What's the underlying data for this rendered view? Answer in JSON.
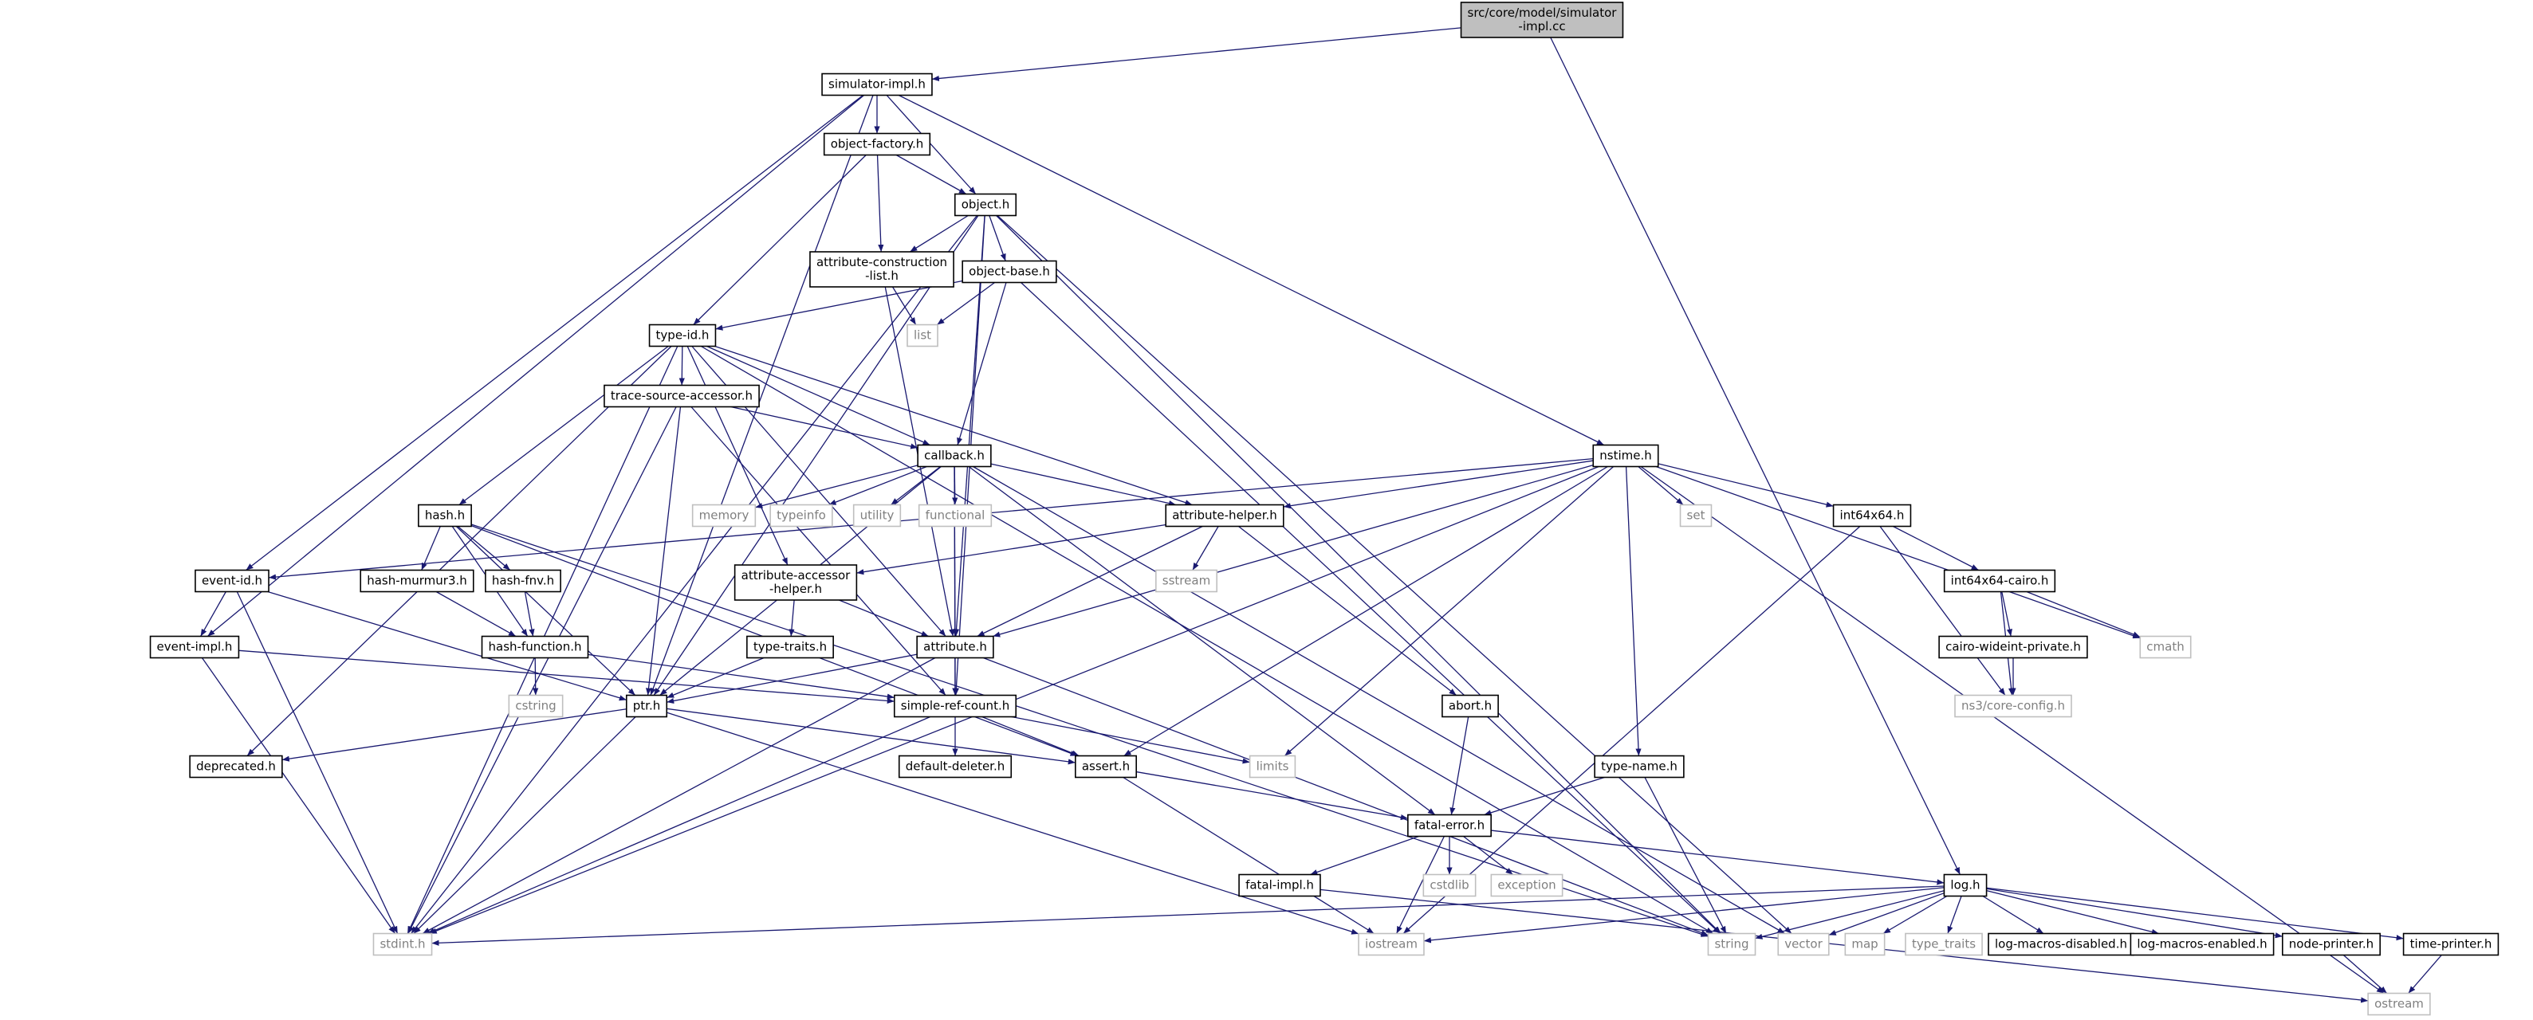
{
  "colors": {
    "edge": "#191970",
    "node_border": "#000000",
    "system_border": "#bfbfbf",
    "root_fill": "#bfbfbf",
    "node_fill": "#ffffff",
    "node_text": "#000000",
    "system_text": "#808080"
  },
  "nodes": [
    {
      "id": "root",
      "kind": "root",
      "lines": [
        "src/core/model/simulator",
        "-impl.cc"
      ]
    },
    {
      "id": "simulator_impl_h",
      "kind": "doc",
      "lines": [
        "simulator-impl.h"
      ]
    },
    {
      "id": "object_factory_h",
      "kind": "doc",
      "lines": [
        "object-factory.h"
      ]
    },
    {
      "id": "object_h",
      "kind": "doc",
      "lines": [
        "object.h"
      ]
    },
    {
      "id": "attribute_construction_list_h",
      "kind": "doc",
      "lines": [
        "attribute-construction",
        "-list.h"
      ]
    },
    {
      "id": "object_base_h",
      "kind": "doc",
      "lines": [
        "object-base.h"
      ]
    },
    {
      "id": "list",
      "kind": "sys",
      "lines": [
        "list"
      ]
    },
    {
      "id": "type_id_h",
      "kind": "doc",
      "lines": [
        "type-id.h"
      ]
    },
    {
      "id": "trace_source_accessor_h",
      "kind": "doc",
      "lines": [
        "trace-source-accessor.h"
      ]
    },
    {
      "id": "callback_h",
      "kind": "doc",
      "lines": [
        "callback.h"
      ]
    },
    {
      "id": "nstime_h",
      "kind": "doc",
      "lines": [
        "nstime.h"
      ]
    },
    {
      "id": "hash_h",
      "kind": "doc",
      "lines": [
        "hash.h"
      ]
    },
    {
      "id": "memory",
      "kind": "sys",
      "lines": [
        "memory"
      ]
    },
    {
      "id": "typeinfo",
      "kind": "sys",
      "lines": [
        "typeinfo"
      ]
    },
    {
      "id": "utility",
      "kind": "sys",
      "lines": [
        "utility"
      ]
    },
    {
      "id": "functional",
      "kind": "sys",
      "lines": [
        "functional"
      ]
    },
    {
      "id": "attribute_helper_h",
      "kind": "doc",
      "lines": [
        "attribute-helper.h"
      ]
    },
    {
      "id": "set",
      "kind": "sys",
      "lines": [
        "set"
      ]
    },
    {
      "id": "int64x64_h",
      "kind": "doc",
      "lines": [
        "int64x64.h"
      ]
    },
    {
      "id": "event_id_h",
      "kind": "doc",
      "lines": [
        "event-id.h"
      ]
    },
    {
      "id": "hash_murmur3_h",
      "kind": "doc",
      "lines": [
        "hash-murmur3.h"
      ]
    },
    {
      "id": "hash_fnv_h",
      "kind": "doc",
      "lines": [
        "hash-fnv.h"
      ]
    },
    {
      "id": "attribute_accessor_helper_h",
      "kind": "doc",
      "lines": [
        "attribute-accessor",
        "-helper.h"
      ]
    },
    {
      "id": "sstream",
      "kind": "sys",
      "lines": [
        "sstream"
      ]
    },
    {
      "id": "int64x64_cairo_h",
      "kind": "doc",
      "lines": [
        "int64x64-cairo.h"
      ]
    },
    {
      "id": "event_impl_h",
      "kind": "doc",
      "lines": [
        "event-impl.h"
      ]
    },
    {
      "id": "hash_function_h",
      "kind": "doc",
      "lines": [
        "hash-function.h"
      ]
    },
    {
      "id": "type_traits_h",
      "kind": "doc",
      "lines": [
        "type-traits.h"
      ]
    },
    {
      "id": "attribute_h",
      "kind": "doc",
      "lines": [
        "attribute.h"
      ]
    },
    {
      "id": "cairo_wideint_private_h",
      "kind": "doc",
      "lines": [
        "cairo-wideint-private.h"
      ]
    },
    {
      "id": "cmath",
      "kind": "sys",
      "lines": [
        "cmath"
      ]
    },
    {
      "id": "cstring",
      "kind": "sys",
      "lines": [
        "cstring"
      ]
    },
    {
      "id": "ptr_h",
      "kind": "doc",
      "lines": [
        "ptr.h"
      ]
    },
    {
      "id": "simple_ref_count_h",
      "kind": "doc",
      "lines": [
        "simple-ref-count.h"
      ]
    },
    {
      "id": "abort_h",
      "kind": "doc",
      "lines": [
        "abort.h"
      ]
    },
    {
      "id": "ns3_core_config_h",
      "kind": "sys",
      "lines": [
        "ns3/core-config.h"
      ]
    },
    {
      "id": "deprecated_h",
      "kind": "doc",
      "lines": [
        "deprecated.h"
      ]
    },
    {
      "id": "default_deleter_h",
      "kind": "doc",
      "lines": [
        "default-deleter.h"
      ]
    },
    {
      "id": "assert_h",
      "kind": "doc",
      "lines": [
        "assert.h"
      ]
    },
    {
      "id": "limits",
      "kind": "sys",
      "lines": [
        "limits"
      ]
    },
    {
      "id": "type_name_h",
      "kind": "doc",
      "lines": [
        "type-name.h"
      ]
    },
    {
      "id": "fatal_error_h",
      "kind": "doc",
      "lines": [
        "fatal-error.h"
      ]
    },
    {
      "id": "fatal_impl_h",
      "kind": "doc",
      "lines": [
        "fatal-impl.h"
      ]
    },
    {
      "id": "cstdlib",
      "kind": "sys",
      "lines": [
        "cstdlib"
      ]
    },
    {
      "id": "exception",
      "kind": "sys",
      "lines": [
        "exception"
      ]
    },
    {
      "id": "log_h",
      "kind": "doc",
      "lines": [
        "log.h"
      ]
    },
    {
      "id": "stdint_h",
      "kind": "sys",
      "lines": [
        "stdint.h"
      ]
    },
    {
      "id": "iostream",
      "kind": "sys",
      "lines": [
        "iostream"
      ]
    },
    {
      "id": "string",
      "kind": "sys",
      "lines": [
        "string"
      ]
    },
    {
      "id": "vector",
      "kind": "sys",
      "lines": [
        "vector"
      ]
    },
    {
      "id": "map",
      "kind": "sys",
      "lines": [
        "map"
      ]
    },
    {
      "id": "type_traits",
      "kind": "sys",
      "lines": [
        "type_traits"
      ]
    },
    {
      "id": "log_macros_disabled_h",
      "kind": "doc",
      "lines": [
        "log-macros-disabled.h"
      ]
    },
    {
      "id": "log_macros_enabled_h",
      "kind": "doc",
      "lines": [
        "log-macros-enabled.h"
      ]
    },
    {
      "id": "node_printer_h",
      "kind": "doc",
      "lines": [
        "node-printer.h"
      ]
    },
    {
      "id": "time_printer_h",
      "kind": "doc",
      "lines": [
        "time-printer.h"
      ]
    },
    {
      "id": "ostream",
      "kind": "sys",
      "lines": [
        "ostream"
      ]
    }
  ],
  "edges": [
    [
      "root",
      "simulator_impl_h"
    ],
    [
      "root",
      "log_h"
    ],
    [
      "simulator_impl_h",
      "object_factory_h"
    ],
    [
      "simulator_impl_h",
      "object_h"
    ],
    [
      "simulator_impl_h",
      "event_id_h"
    ],
    [
      "simulator_impl_h",
      "event_impl_h"
    ],
    [
      "simulator_impl_h",
      "ptr_h"
    ],
    [
      "simulator_impl_h",
      "nstime_h"
    ],
    [
      "object_factory_h",
      "attribute_construction_list_h"
    ],
    [
      "object_factory_h",
      "object_h"
    ],
    [
      "object_factory_h",
      "type_id_h"
    ],
    [
      "object_h",
      "attribute_construction_list_h"
    ],
    [
      "object_h",
      "object_base_h"
    ],
    [
      "object_h",
      "ptr_h"
    ],
    [
      "object_h",
      "attribute_h"
    ],
    [
      "object_h",
      "simple_ref_count_h"
    ],
    [
      "object_h",
      "stdint_h"
    ],
    [
      "object_h",
      "string"
    ],
    [
      "object_h",
      "vector"
    ],
    [
      "attribute_construction_list_h",
      "list"
    ],
    [
      "attribute_construction_list_h",
      "attribute_h"
    ],
    [
      "object_base_h",
      "type_id_h"
    ],
    [
      "object_base_h",
      "callback_h"
    ],
    [
      "object_base_h",
      "list"
    ],
    [
      "object_base_h",
      "string"
    ],
    [
      "type_id_h",
      "trace_source_accessor_h"
    ],
    [
      "type_id_h",
      "callback_h"
    ],
    [
      "type_id_h",
      "hash_h"
    ],
    [
      "type_id_h",
      "attribute_accessor_helper_h"
    ],
    [
      "type_id_h",
      "attribute_helper_h"
    ],
    [
      "type_id_h",
      "attribute_h"
    ],
    [
      "type_id_h",
      "deprecated_h"
    ],
    [
      "type_id_h",
      "stdint_h"
    ],
    [
      "type_id_h",
      "string"
    ],
    [
      "trace_source_accessor_h",
      "callback_h"
    ],
    [
      "trace_source_accessor_h",
      "ptr_h"
    ],
    [
      "trace_source_accessor_h",
      "simple_ref_count_h"
    ],
    [
      "trace_source_accessor_h",
      "stdint_h"
    ],
    [
      "callback_h",
      "memory"
    ],
    [
      "callback_h",
      "typeinfo"
    ],
    [
      "callback_h",
      "utility"
    ],
    [
      "callback_h",
      "functional"
    ],
    [
      "callback_h",
      "attribute_helper_h"
    ],
    [
      "callback_h",
      "attribute_h"
    ],
    [
      "callback_h",
      "ptr_h"
    ],
    [
      "callback_h",
      "simple_ref_count_h"
    ],
    [
      "callback_h",
      "fatal_error_h"
    ],
    [
      "callback_h",
      "vector"
    ],
    [
      "nstime_h",
      "attribute_helper_h"
    ],
    [
      "nstime_h",
      "attribute_h"
    ],
    [
      "nstime_h",
      "event_id_h"
    ],
    [
      "nstime_h",
      "assert_h"
    ],
    [
      "nstime_h",
      "limits"
    ],
    [
      "nstime_h",
      "set"
    ],
    [
      "nstime_h",
      "int64x64_h"
    ],
    [
      "nstime_h",
      "type_name_h"
    ],
    [
      "nstime_h",
      "cmath"
    ],
    [
      "nstime_h",
      "ostream"
    ],
    [
      "nstime_h",
      "stdint_h"
    ],
    [
      "hash_h",
      "hash_murmur3_h"
    ],
    [
      "hash_h",
      "hash_fnv_h"
    ],
    [
      "hash_h",
      "hash_function_h"
    ],
    [
      "hash_h",
      "ptr_h"
    ],
    [
      "hash_h",
      "assert_h"
    ],
    [
      "hash_h",
      "string"
    ],
    [
      "attribute_helper_h",
      "attribute_accessor_helper_h"
    ],
    [
      "attribute_helper_h",
      "sstream"
    ],
    [
      "attribute_helper_h",
      "attribute_h"
    ],
    [
      "attribute_helper_h",
      "abort_h"
    ],
    [
      "int64x64_h",
      "int64x64_cairo_h"
    ],
    [
      "int64x64_h",
      "ns3_core_config_h"
    ],
    [
      "int64x64_h",
      "iostream"
    ],
    [
      "int64x64_cairo_h",
      "cairo_wideint_private_h"
    ],
    [
      "int64x64_cairo_h",
      "cmath"
    ],
    [
      "int64x64_cairo_h",
      "ns3_core_config_h"
    ],
    [
      "cairo_wideint_private_h",
      "ns3_core_config_h"
    ],
    [
      "event_id_h",
      "event_impl_h"
    ],
    [
      "event_id_h",
      "ptr_h"
    ],
    [
      "event_id_h",
      "stdint_h"
    ],
    [
      "event_impl_h",
      "simple_ref_count_h"
    ],
    [
      "event_impl_h",
      "stdint_h"
    ],
    [
      "hash_murmur3_h",
      "hash_function_h"
    ],
    [
      "hash_fnv_h",
      "hash_function_h"
    ],
    [
      "hash_function_h",
      "cstring"
    ],
    [
      "hash_function_h",
      "simple_ref_count_h"
    ],
    [
      "attribute_accessor_helper_h",
      "type_traits_h"
    ],
    [
      "attribute_accessor_helper_h",
      "attribute_h"
    ],
    [
      "type_traits_h",
      "ptr_h"
    ],
    [
      "attribute_h",
      "ptr_h"
    ],
    [
      "attribute_h",
      "simple_ref_count_h"
    ],
    [
      "attribute_h",
      "stdint_h"
    ],
    [
      "attribute_h",
      "string"
    ],
    [
      "ptr_h",
      "deprecated_h"
    ],
    [
      "ptr_h",
      "assert_h"
    ],
    [
      "ptr_h",
      "iostream"
    ],
    [
      "ptr_h",
      "stdint_h"
    ],
    [
      "simple_ref_count_h",
      "default_deleter_h"
    ],
    [
      "simple_ref_count_h",
      "assert_h"
    ],
    [
      "simple_ref_count_h",
      "limits"
    ],
    [
      "simple_ref_count_h",
      "stdint_h"
    ],
    [
      "abort_h",
      "fatal_error_h"
    ],
    [
      "assert_h",
      "fatal_error_h"
    ],
    [
      "assert_h",
      "iostream"
    ],
    [
      "type_name_h",
      "fatal_error_h"
    ],
    [
      "type_name_h",
      "string"
    ],
    [
      "fatal_error_h",
      "fatal_impl_h"
    ],
    [
      "fatal_error_h",
      "cstdlib"
    ],
    [
      "fatal_error_h",
      "exception"
    ],
    [
      "fatal_error_h",
      "log_h"
    ],
    [
      "fatal_error_h",
      "iostream"
    ],
    [
      "fatal_impl_h",
      "ostream"
    ],
    [
      "log_h",
      "stdint_h"
    ],
    [
      "log_h",
      "iostream"
    ],
    [
      "log_h",
      "string"
    ],
    [
      "log_h",
      "vector"
    ],
    [
      "log_h",
      "map"
    ],
    [
      "log_h",
      "type_traits"
    ],
    [
      "log_h",
      "log_macros_disabled_h"
    ],
    [
      "log_h",
      "log_macros_enabled_h"
    ],
    [
      "log_h",
      "node_printer_h"
    ],
    [
      "log_h",
      "time_printer_h"
    ],
    [
      "node_printer_h",
      "ostream"
    ],
    [
      "time_printer_h",
      "ostream"
    ]
  ]
}
